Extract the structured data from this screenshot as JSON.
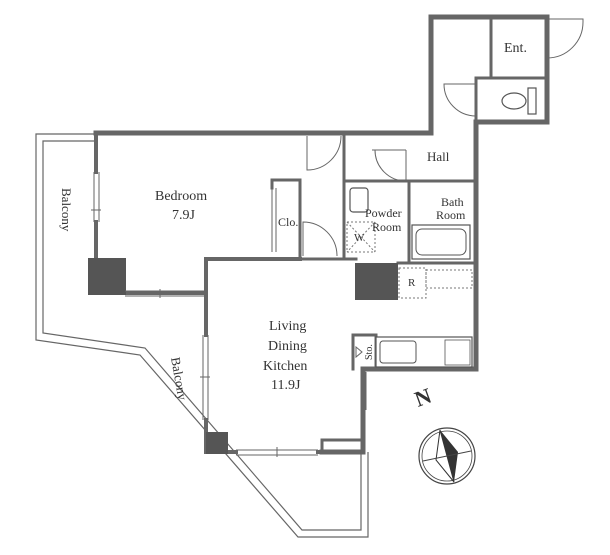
{
  "rooms": {
    "entrance": "Ent.",
    "hall": "Hall",
    "bedroom": "Bedroom",
    "bedroom_size": "7.9J",
    "closet": "Clo.",
    "powder_room_line1": "Powder",
    "powder_room_line2": "Room",
    "bath_room_line1": "Bath",
    "bath_room_line2": "Room",
    "washer_mark": "W",
    "fridge_mark": "R",
    "storage": "Sto.",
    "ldk_line1": "Living",
    "ldk_line2": "Dining",
    "ldk_line3": "Kitchen",
    "ldk_size": "11.9J",
    "balcony_upper": "Balcony",
    "balcony_lower": "Balcony"
  },
  "compass": {
    "north_label": "N"
  },
  "colors": {
    "wall": "#666666",
    "column": "#555555",
    "text": "#333333"
  }
}
